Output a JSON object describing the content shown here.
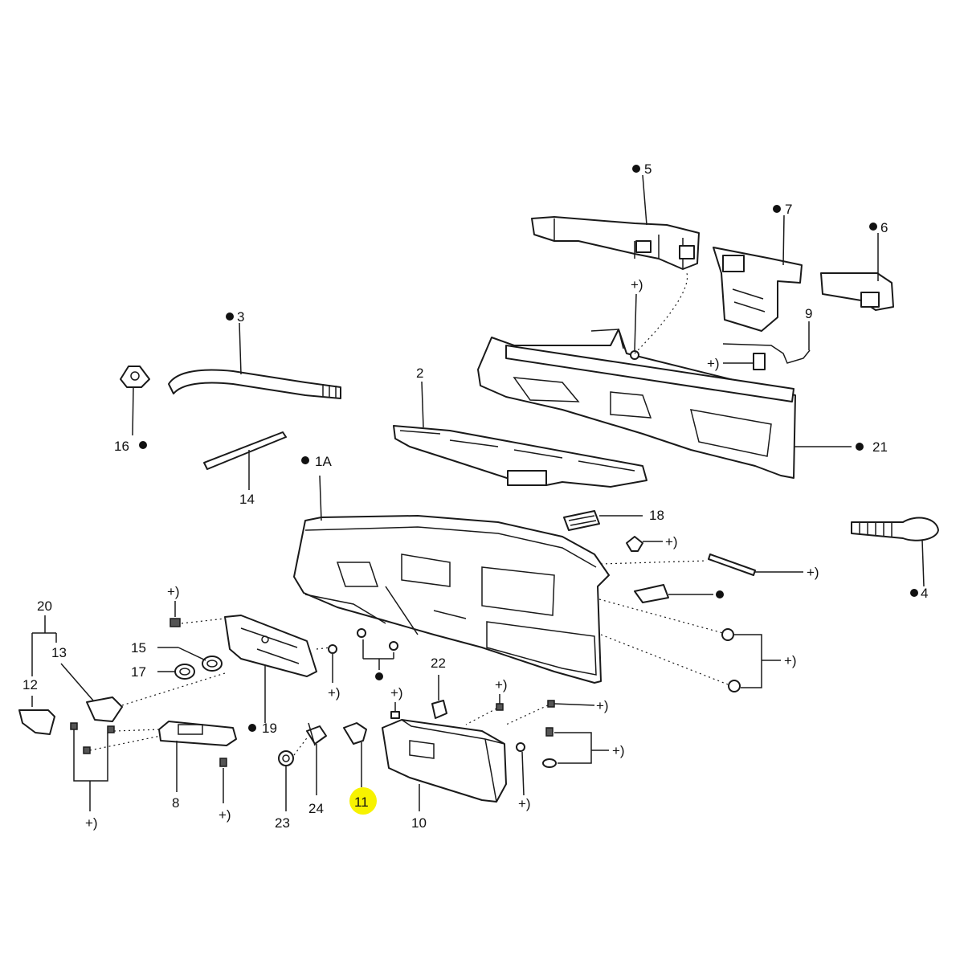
{
  "labels": {
    "l1A": "1A",
    "l2": "2",
    "l3": "3",
    "l4": "4",
    "l5": "5",
    "l6": "6",
    "l7": "7",
    "l8": "8",
    "l9": "9",
    "l10": "10",
    "l11": "11",
    "l12": "12",
    "l13": "13",
    "l14": "14",
    "l15": "15",
    "l16": "16",
    "l17": "17",
    "l18": "18",
    "l19": "19",
    "l20": "20",
    "l21": "21",
    "l22": "22",
    "l23": "23",
    "l24": "24",
    "plus": "+)"
  },
  "highlight": {
    "part": "11",
    "color": "#f7f200"
  }
}
